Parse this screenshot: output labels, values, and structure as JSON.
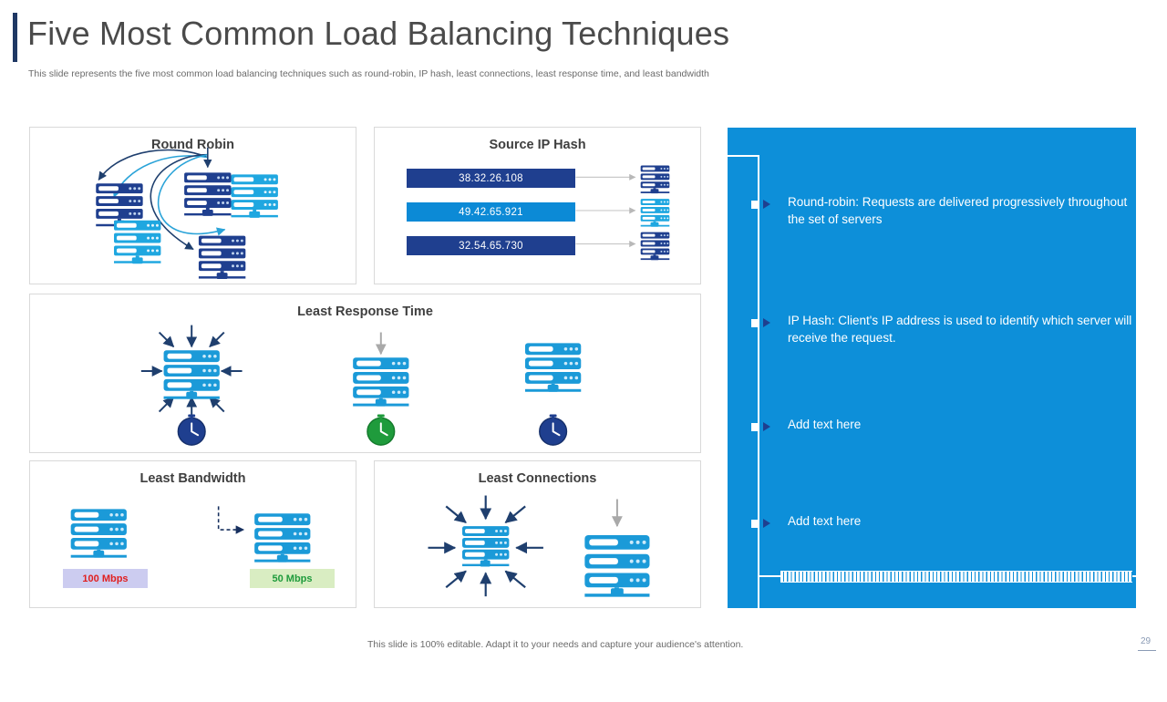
{
  "header": {
    "title": "Five Most Common Load Balancing Techniques",
    "subtitle": "This slide represents the five most common load balancing techniques such as round-robin, IP hash, least connections, least response time, and least bandwidth",
    "accent_color": "#1f3864"
  },
  "panels": {
    "round_robin": {
      "title": "Round Robin"
    },
    "source_ip_hash": {
      "title": "Source IP Hash",
      "bars": [
        {
          "value": "38.32.26.108",
          "color": "#1f3f8f"
        },
        {
          "value": "49.42.65.921",
          "color": "#0c8ad6"
        },
        {
          "value": "32.54.65.730",
          "color": "#1f3f8f"
        }
      ]
    },
    "least_response_time": {
      "title": "Least Response Time",
      "clock_colors": [
        "#1f3f8f",
        "#1f9b3c",
        "#1f3f8f"
      ]
    },
    "least_bandwidth": {
      "title": "Least Bandwidth",
      "tags": [
        {
          "label": "100 Mbps",
          "text_color": "#e02020",
          "bg_color": "#ccccf0"
        },
        {
          "label": "50 Mbps",
          "text_color": "#1f9b3c",
          "bg_color": "#d9edc2"
        }
      ]
    },
    "least_connections": {
      "title": "Least Connections"
    }
  },
  "sidebar": {
    "background_color": "#0d8fd9",
    "items": [
      {
        "text": "Round-robin: Requests are delivered progressively throughout  the set of servers"
      },
      {
        "text": "IP Hash:  Client's IP address is used to identify which server will receive the request."
      },
      {
        "text": "Add text here"
      },
      {
        "text": "Add text here"
      }
    ]
  },
  "footer": {
    "note": "This slide is 100% editable. Adapt it to your needs and capture your audience's attention.",
    "page_number": "29"
  }
}
